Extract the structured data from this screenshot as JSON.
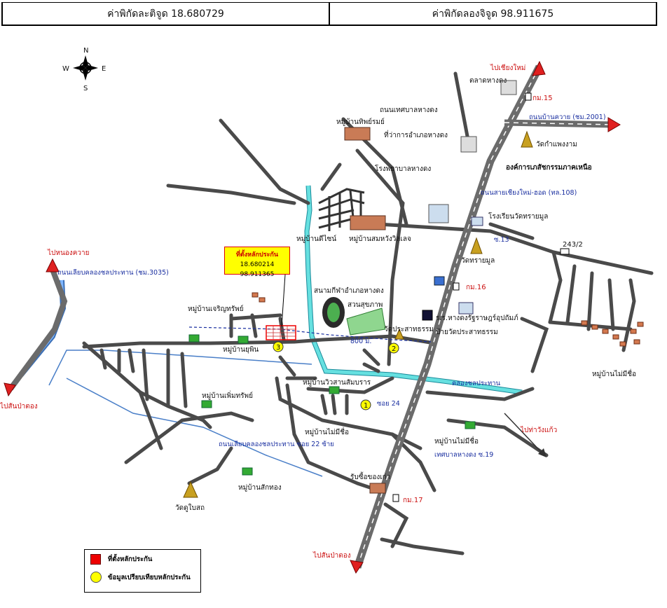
{
  "header": {
    "latitude": "ค่าพิกัดละติจูด 18.680729",
    "longitude": "ค่าพิกัดลองจิจูด 98.911675"
  },
  "compass": {
    "n": "N",
    "s": "S",
    "e": "E",
    "w": "W"
  },
  "callout": {
    "title": "ที่ตั้งหลักประกัน",
    "coords": "18.680214 98.911365"
  },
  "legend": {
    "red_square": "ที่ตั้งหลักประกัน",
    "yellow_circle": "ข้อมูลเปรียบเทียบหลักประกัน"
  },
  "labels": {
    "to_chiangmai": "ไปเชียงใหม่",
    "market": "ตลาดหางดง",
    "km15": "กม.15",
    "muni_road": "ถนนเทศบาลหางดง",
    "nong_khwai_road": "ถนนบ้านควาย (ชม.2001)",
    "thip_village": "หมู่บ้านทิพย์รมย์",
    "district_office": "ที่ว่าการอำเภอหางดง",
    "wat_kham": "วัดกำแพงงาม",
    "agri_org": "องค์การเภสัชกรรมภาคเหนือ",
    "hospital": "โรงพยาบาลหางดง",
    "cm_hot_road": "ถนนสายเชียงใหม่-ฮอด (ทล.108)",
    "school_wat": "โรงเรียนวัดทรายมูล",
    "dii_village": "หมู่บ้านดีไซน์",
    "sompong_village": "หมู่บ้านสมหวังวิลเลจ",
    "soi13": "ซ.13",
    "wat_saimun": "วัดทรายมูล",
    "no243": "243/2",
    "to_nong_khwai": "ไปหนองควาย",
    "canal_road": "ถนนเลียบคลองชลประทาน (ชม.3035)",
    "stadium": "สนามกีฬาอำเภอหางดง",
    "park": "สวนสุขภาพ",
    "km16": "กม.16",
    "charoen_village": "หมู่บ้านเจริญทรัพย์",
    "wat_prasat": "วัดประสาทธรรม",
    "rat_school": "ร.ร.หางดงรัฐราษฎร์อุปถัมภ์",
    "wat_sign": "ป้ายวัดประสาทธรรม",
    "dist800": "800 ม.",
    "yupin_village": "หมู่บ้านยุพิน",
    "mai_mi_chue_1": "หมู่บ้านไม่มีชื่อ",
    "wisan_village": "หมู่บ้านวิวสานสัมบราร",
    "canal": "คลองชลประทาน",
    "to_san_pa_tong_left": "ไปสันป่าตอง",
    "perm_village": "หมู่บ้านเพิ่มทรัพย์",
    "soi24": "ซอย 24",
    "mai_mi_chue_2": "หมู่บ้านไม่มีชื่อ",
    "mai_mi_chue_3": "หมู่บ้านไม่มีชื่อ",
    "to_tha_wang": "ไปท่าวังแก้ว",
    "muni_soi19": "เทศบาลหางดง ซ.19",
    "canal_soi22": "ถนนเลียบคลองชลประทาน ซอย 22 ซ้าย",
    "buy_old": "รับซื้อของเก่า",
    "sak_village": "หมู่บ้านสักทอง",
    "wat_bot": "วัดดูใบสถ",
    "km17": "กม.17",
    "to_san_pa_tong_bottom": "ไปสันป่าตอง"
  },
  "markers": [
    {
      "num": "1"
    },
    {
      "num": "2"
    },
    {
      "num": "3"
    }
  ],
  "colors": {
    "road": "#4a4a4a",
    "highway": "#6b6b6b",
    "canal": "#66e0e0",
    "label_blue": "#1a2fa0",
    "label_red": "#cc1111",
    "callout": "#ffff00",
    "marker": "#ffff00"
  }
}
